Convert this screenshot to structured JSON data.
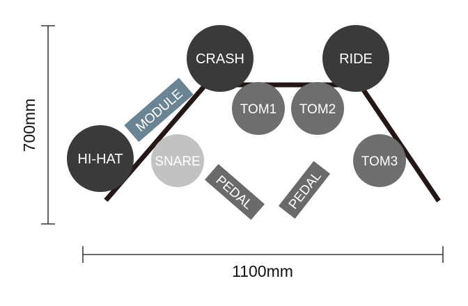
{
  "dimensions": {
    "height_label": "700mm",
    "width_label": "1100mm"
  },
  "components": {
    "crash": "CRASH",
    "ride": "RIDE",
    "hihat": "HI-HAT",
    "tom1": "TOM1",
    "tom2": "TOM2",
    "tom3": "TOM3",
    "snare": "SNARE",
    "module": "MODULE",
    "pedal_left": "PEDAL",
    "pedal_right": "PEDAL"
  },
  "colors": {
    "frame": "#231815",
    "cymbal": "#3a3a3a",
    "tom": "#6e6e6e",
    "snare": "#c2c2c2",
    "module": "#6b8493",
    "pedal": "#6a6a6a",
    "text": "#ffffff",
    "dimension": "#111111"
  }
}
